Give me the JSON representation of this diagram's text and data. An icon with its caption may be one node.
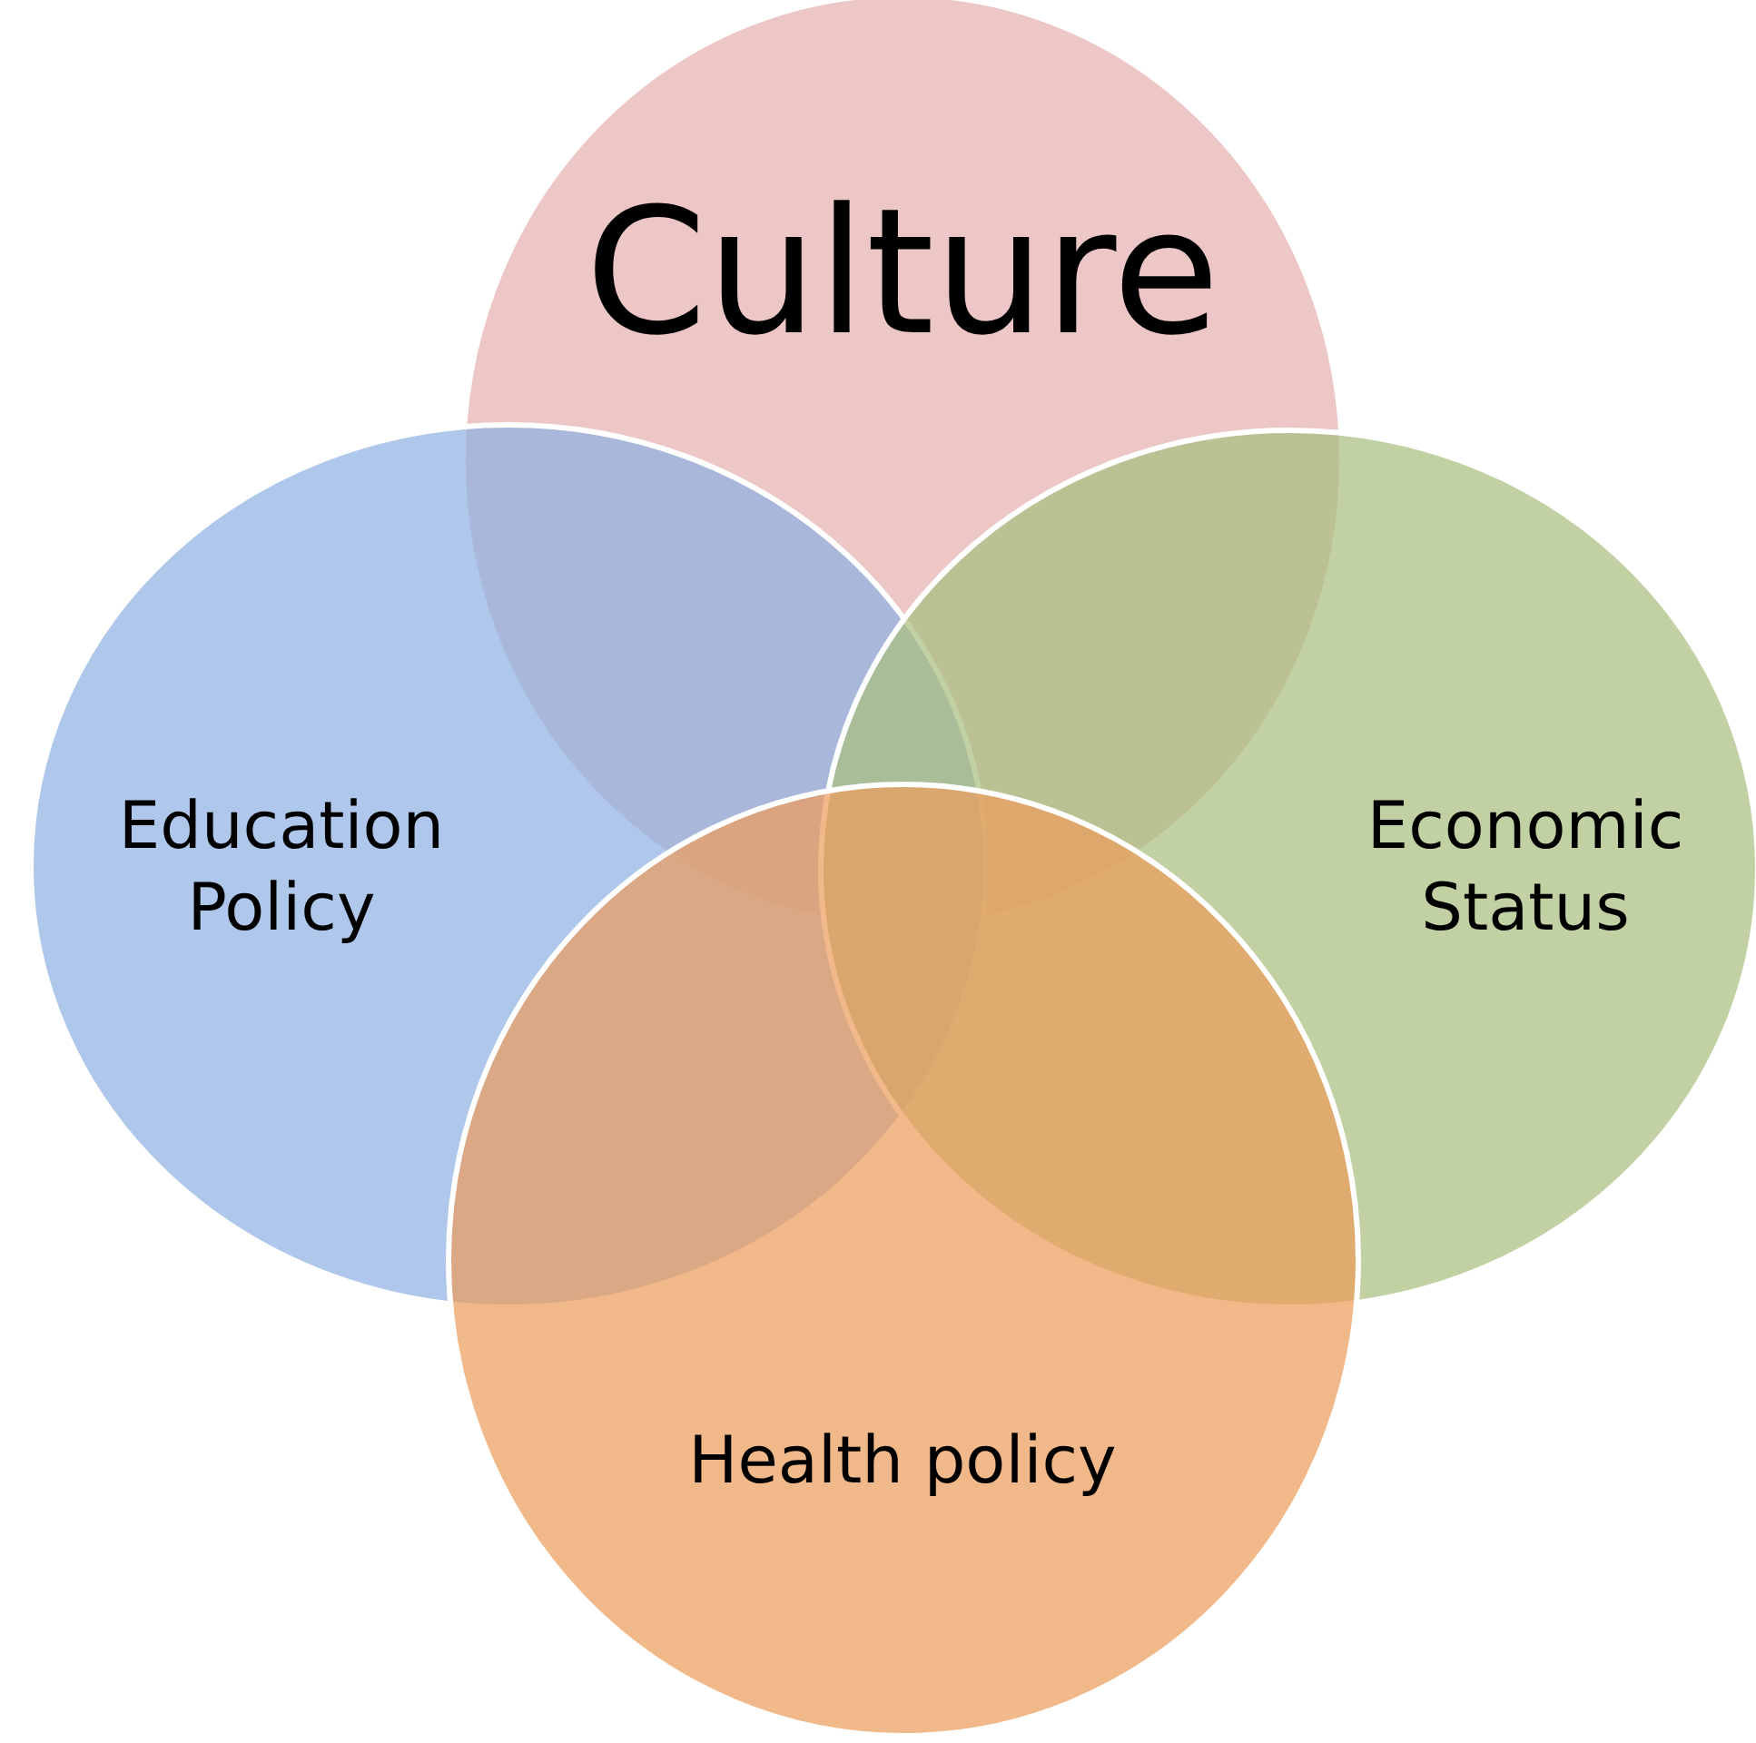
{
  "diagram": {
    "nodes": [
      {
        "text": [
          "Culture"
        ]
      },
      {
        "text": [
          "Education Policy"
        ]
      },
      {
        "text": [
          "Economic Status"
        ]
      },
      {
        "text": [
          "Health policy"
        ]
      }
    ]
  }
}
